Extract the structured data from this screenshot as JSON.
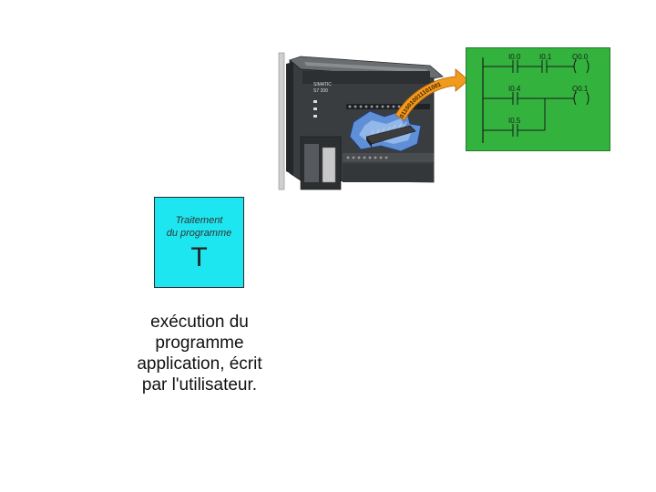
{
  "processing_box": {
    "line1": "Traitement",
    "line2": "du programme",
    "letter": "T",
    "fill_color": "#1ee6f0"
  },
  "caption": {
    "line1": "exécution du",
    "line2": "programme",
    "line3": "application, écrit",
    "line4": "par l'utilisateur."
  },
  "plc": {
    "model_line1": "SIMATIC",
    "model_line2": "S7 200",
    "arrow_bits": "0110010011101001"
  },
  "ladder": {
    "panel_color": "#33b33e",
    "contact_i00": "I0.0",
    "contact_i01": "I0.1",
    "coil_q00": "Q0.0",
    "contact_i04": "I0.4",
    "coil_q01": "Q0.1",
    "contact_i05": "I0.5"
  }
}
